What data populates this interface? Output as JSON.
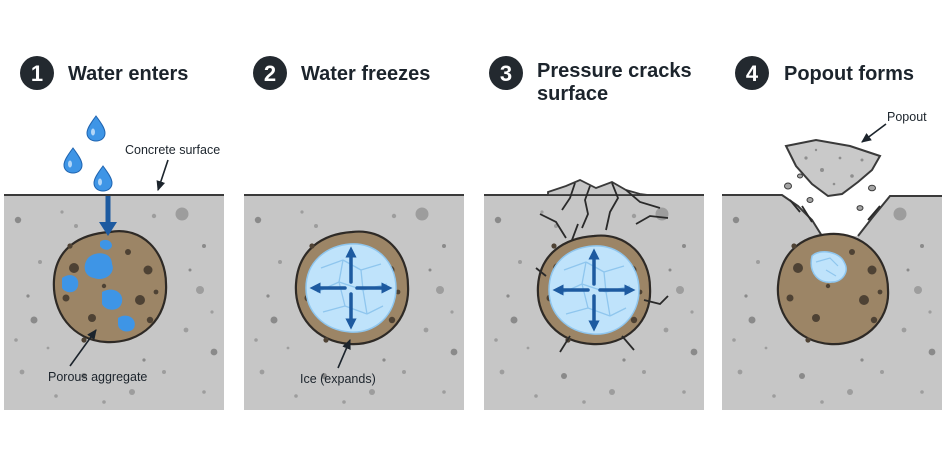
{
  "steps": [
    {
      "number": "1",
      "title_lines": [
        "Water enters"
      ]
    },
    {
      "number": "2",
      "title_lines": [
        "Water freezes"
      ]
    },
    {
      "number": "3",
      "title_lines": [
        "Pressure cracks",
        "surface"
      ]
    },
    {
      "number": "4",
      "title_lines": [
        "Popout forms"
      ]
    }
  ],
  "labels": {
    "concrete_surface": "Concrete surface",
    "porous_aggregate": "Porous aggregate",
    "ice_expands": "Ice (expands)",
    "popout": "Popout"
  },
  "icons": {
    "water_drop": "water-drop-icon",
    "expansion_arrow": "expansion-arrow-icon"
  },
  "colors": {
    "concrete": "#c6c6c6",
    "concrete_speck": "#8e8e8e",
    "surface_line": "#3a3a3a",
    "aggregate": "#9c8566",
    "aggregate_spot": "#4e4234",
    "water": "#3e95e6",
    "ice": "#bfe3fb",
    "ice_line": "#8fc6ee",
    "arrow": "#1d5aa0",
    "badge": "#23292f",
    "title_text": "#1c242c"
  }
}
